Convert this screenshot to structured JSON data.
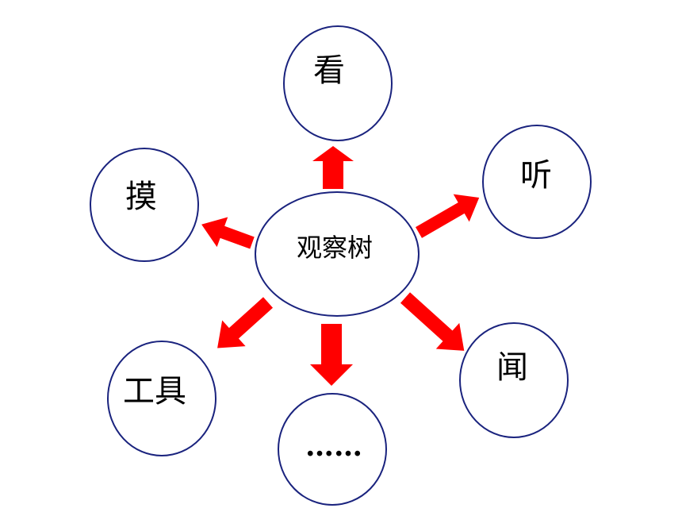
{
  "colors": {
    "arrow": "#ff0000",
    "outline": "#1a237e",
    "text": "#000000"
  },
  "center": {
    "label": "观察树"
  },
  "nodes": [
    {
      "id": "look",
      "label": "看"
    },
    {
      "id": "listen",
      "label": "听"
    },
    {
      "id": "smell",
      "label": "闻"
    },
    {
      "id": "more",
      "label": "……"
    },
    {
      "id": "tools",
      "label": "工具"
    },
    {
      "id": "touch",
      "label": "摸"
    }
  ]
}
